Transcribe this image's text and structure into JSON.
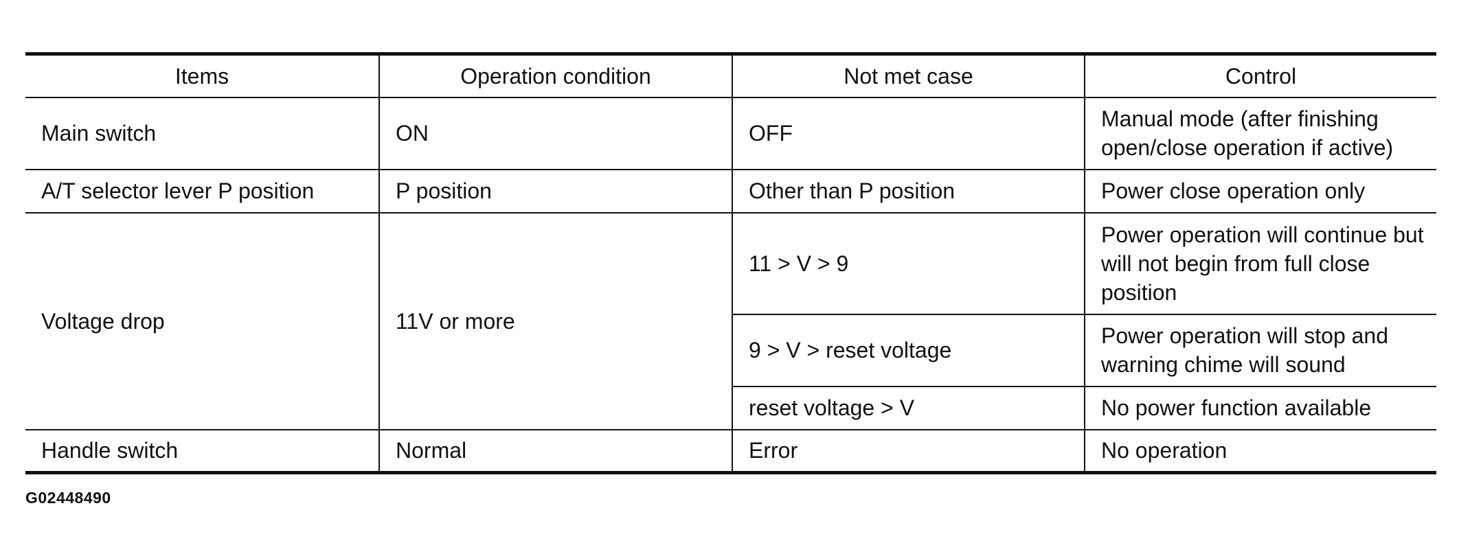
{
  "table": {
    "headers": [
      "Items",
      "Operation condition",
      "Not met case",
      "Control"
    ],
    "rows": {
      "main_switch": {
        "item": "Main switch",
        "condition": "ON",
        "not_met": "OFF",
        "control": "Manual mode (after finishing open/close operation if active)"
      },
      "at_selector": {
        "item": "A/T selector lever P position",
        "condition": "P position",
        "not_met": "Other than P position",
        "control": "Power close operation only"
      },
      "voltage_drop": {
        "item": "Voltage drop",
        "condition": "11V or more",
        "cases": [
          {
            "not_met": "11 > V > 9",
            "control": "Power operation will continue but will not begin from full close position"
          },
          {
            "not_met": "9 > V > reset voltage",
            "control": "Power operation will stop and warning chime will sound"
          },
          {
            "not_met": "reset voltage > V",
            "control": "No power function available"
          }
        ]
      },
      "handle_switch": {
        "item": "Handle switch",
        "condition": "Normal",
        "not_met": "Error",
        "control": "No operation"
      }
    }
  },
  "figure_id": "G02448490"
}
